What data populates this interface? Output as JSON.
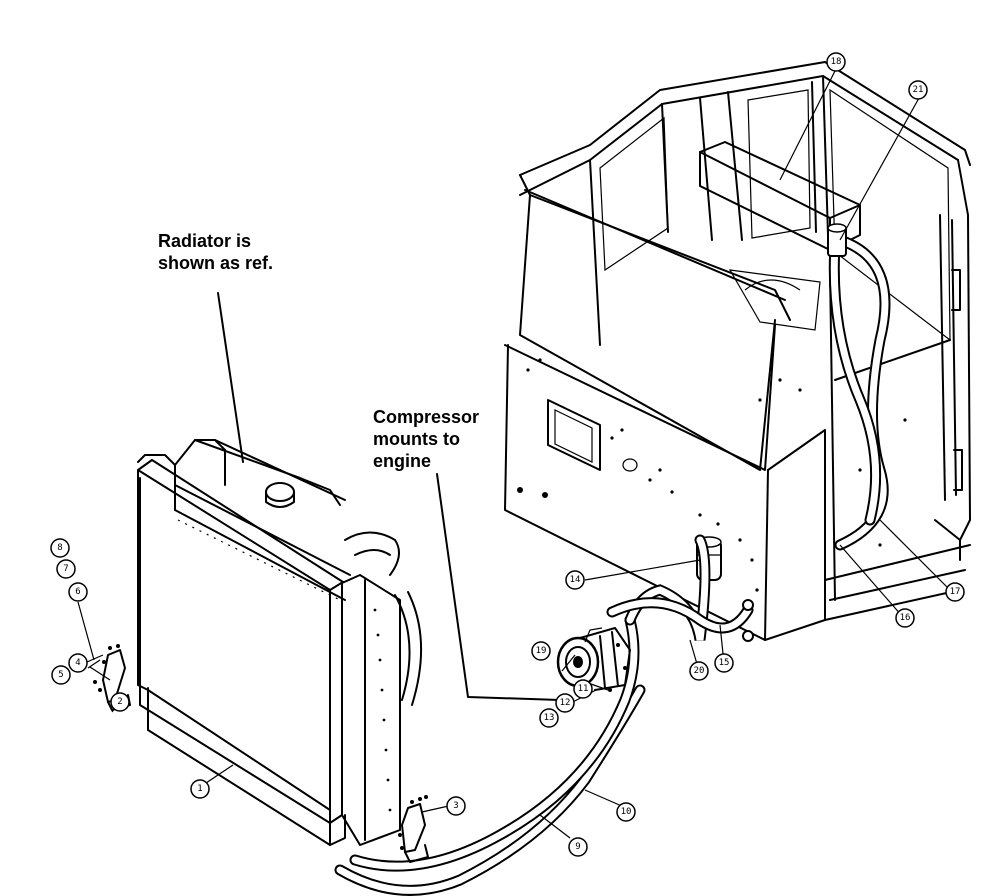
{
  "notes": {
    "radiator": "Radiator is\nshown as ref.",
    "compressor": "Compressor\nmounts to\nengine"
  },
  "callouts": [
    {
      "id": "1",
      "label": "1"
    },
    {
      "id": "2",
      "label": "2"
    },
    {
      "id": "3",
      "label": "3"
    },
    {
      "id": "4",
      "label": "4"
    },
    {
      "id": "5",
      "label": "5"
    },
    {
      "id": "6",
      "label": "6"
    },
    {
      "id": "7",
      "label": "7"
    },
    {
      "id": "8",
      "label": "8"
    },
    {
      "id": "9",
      "label": "9"
    },
    {
      "id": "10",
      "label": "10"
    },
    {
      "id": "11",
      "label": "11"
    },
    {
      "id": "12",
      "label": "12"
    },
    {
      "id": "13",
      "label": "13"
    },
    {
      "id": "14",
      "label": "14"
    },
    {
      "id": "15",
      "label": "15"
    },
    {
      "id": "16",
      "label": "16"
    },
    {
      "id": "17",
      "label": "17"
    },
    {
      "id": "18",
      "label": "18"
    },
    {
      "id": "19",
      "label": "19"
    },
    {
      "id": "20",
      "label": "20"
    },
    {
      "id": "21",
      "label": "21"
    }
  ]
}
